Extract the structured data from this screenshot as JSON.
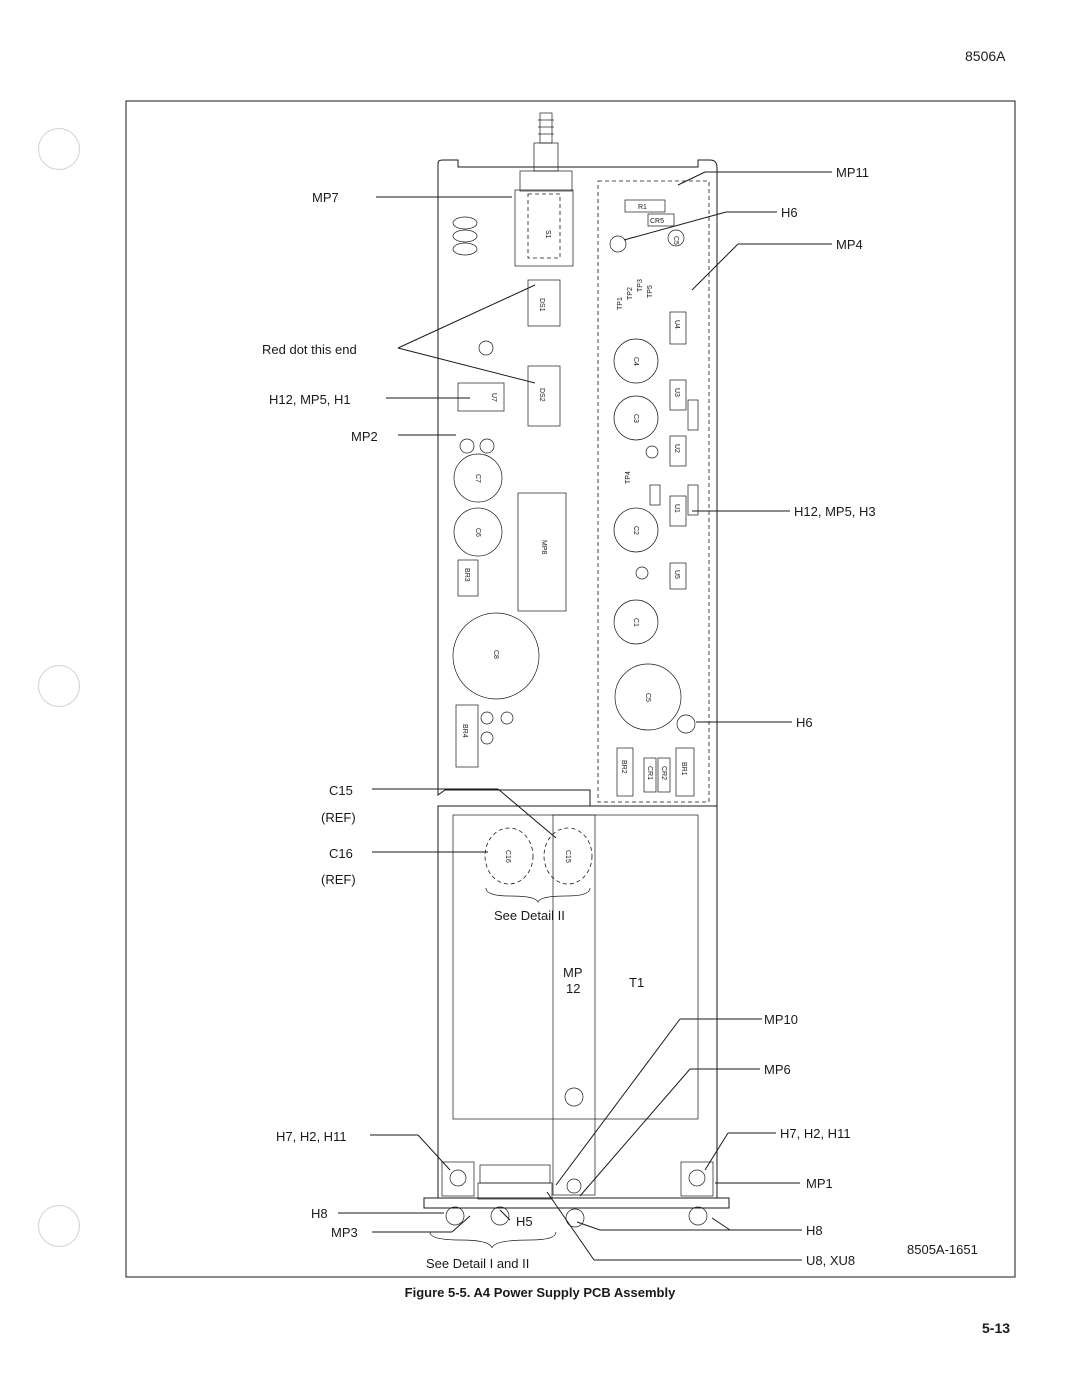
{
  "header": {
    "document_code": "8506A"
  },
  "footer": {
    "page_number": "5-13"
  },
  "figure": {
    "caption": "Figure 5-5. A4 Power Supply PCB Assembly",
    "drawing_number": "8505A-1651"
  },
  "callouts": {
    "mp7": "MP7",
    "red_dot": "Red dot this end",
    "h12_mp5_h1": "H12, MP5, H1",
    "mp2": "MP2",
    "c15": "C15",
    "c15_ref": "(REF)",
    "c16": "C16",
    "c16_ref": "(REF)",
    "h7_h2_h11_left": "H7, H2, H11",
    "h8_left": "H8",
    "mp3": "MP3",
    "h5": "H5",
    "see_detail_i_ii": "See Detail I and II",
    "see_detail_ii": "See Detail II",
    "mp11": "MP11",
    "h6_top": "H6",
    "mp4": "MP4",
    "h12_mp5_h3": "H12, MP5, H3",
    "h6_bottom": "H6",
    "mp10": "MP10",
    "mp6": "MP6",
    "h7_h2_h11_right": "H7, H2, H11",
    "mp1": "MP1",
    "h8_right": "H8",
    "u8_xu8": "U8, XU8",
    "mp12_top": "MP",
    "mp12_bottom": "12",
    "t1": "T1"
  },
  "board_labels": {
    "c6": "C6",
    "c7": "C7",
    "c8": "C8",
    "c4": "C4",
    "c3": "C3",
    "c2": "C2",
    "c1": "C1",
    "c5": "C5",
    "br1": "BR1",
    "br2": "BR2",
    "br3": "BR3",
    "br4": "BR4",
    "mp8": "MP8",
    "u1": "U1",
    "u2": "U2",
    "u3": "U3",
    "u4": "U4",
    "u5": "U5",
    "u7": "U7",
    "ds1": "DS1",
    "ds2": "DS2",
    "s1": "S1",
    "r1": "R1",
    "cr1": "CR1",
    "cr2": "CR2",
    "cr5": "CR5",
    "tp1": "TP1",
    "tp2": "TP2",
    "tp3": "TP3",
    "tp4": "TP4",
    "tp5": "TP5",
    "c15": "C15",
    "c16": "C16"
  }
}
